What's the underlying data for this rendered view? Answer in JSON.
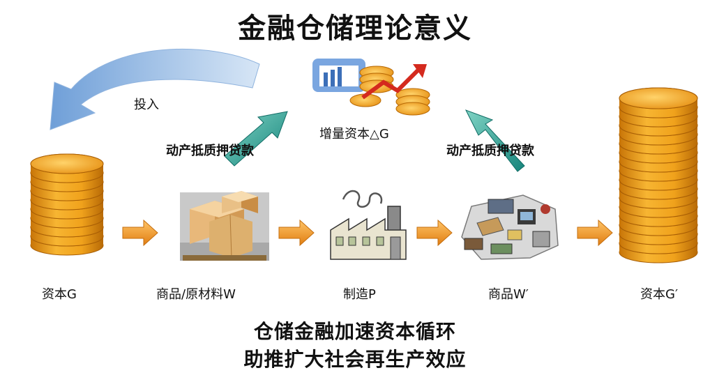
{
  "title": "金融仓储理论意义",
  "labels": {
    "invest": "投入",
    "increment": "增量资本△G",
    "loan_left": "动产抵质押贷款",
    "loan_right": "动产抵质押贷款",
    "capital_g": "资本G",
    "goods_raw": "商品/原材料W",
    "manufacture": "制造P",
    "goods_w": "商品W′",
    "capital_g2": "资本G′"
  },
  "footer": {
    "line1": "仓储金融加速资本循环",
    "line2": "助推扩大社会再生产效应"
  },
  "icons": [
    "coin-stack-icon",
    "cargo-boxes-icon",
    "factory-icon",
    "goods-pile-icon",
    "growth-chart-icon"
  ],
  "colors": {
    "coin": "#f0a21c",
    "coin_dark": "#c87508",
    "arrow_orange": "#f29a2a",
    "arrow_teal": "#2ea59c",
    "arc_blue": "#a8c7ea"
  }
}
